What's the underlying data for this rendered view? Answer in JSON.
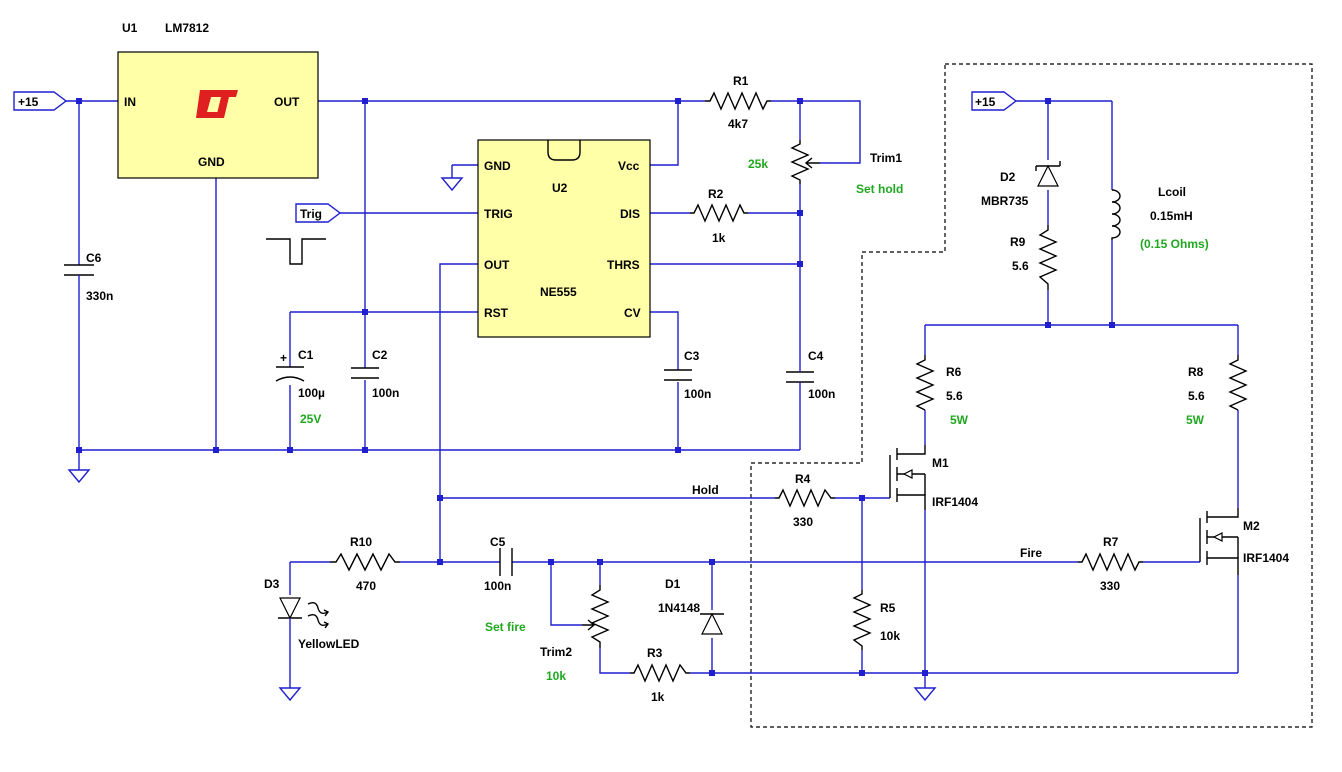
{
  "ports": {
    "vin_left": "+15",
    "vin_right": "+15",
    "trig": "Trig"
  },
  "u1": {
    "ref": "U1",
    "part": "LM7812",
    "pin_in": "IN",
    "pin_out": "OUT",
    "pin_gnd": "GND"
  },
  "u2": {
    "ref": "U2",
    "part": "NE555",
    "pin_gnd": "GND",
    "pin_vcc": "Vcc",
    "pin_trig": "TRIG",
    "pin_dis": "DIS",
    "pin_out": "OUT",
    "pin_thrs": "THRS",
    "pin_rst": "RST",
    "pin_cv": "CV"
  },
  "r1": {
    "ref": "R1",
    "value": "4k7"
  },
  "r2": {
    "ref": "R2",
    "value": "1k"
  },
  "r3": {
    "ref": "R3",
    "value": "1k"
  },
  "r4": {
    "ref": "R4",
    "value": "330"
  },
  "r5": {
    "ref": "R5",
    "value": "10k"
  },
  "r6": {
    "ref": "R6",
    "value": "5.6",
    "rating": "5W"
  },
  "r7": {
    "ref": "R7",
    "value": "330"
  },
  "r8": {
    "ref": "R8",
    "value": "5.6",
    "rating": "5W"
  },
  "r9": {
    "ref": "R9",
    "value": "5.6"
  },
  "r10": {
    "ref": "R10",
    "value": "470"
  },
  "trim1": {
    "ref": "Trim1",
    "value": "25k",
    "note": "Set hold"
  },
  "trim2": {
    "ref": "Trim2",
    "value": "10k",
    "note": "Set fire"
  },
  "c1": {
    "ref": "C1",
    "value": "100µ",
    "rating": "25V",
    "plus": "+"
  },
  "c2": {
    "ref": "C2",
    "value": "100n"
  },
  "c3": {
    "ref": "C3",
    "value": "100n"
  },
  "c4": {
    "ref": "C4",
    "value": "100n"
  },
  "c5": {
    "ref": "C5",
    "value": "100n"
  },
  "c6": {
    "ref": "C6",
    "value": "330n"
  },
  "d1": {
    "ref": "D1",
    "part": "1N4148"
  },
  "d2": {
    "ref": "D2",
    "part": "MBR735"
  },
  "d3": {
    "ref": "D3",
    "part": "YellowLED"
  },
  "m1": {
    "ref": "M1",
    "part": "IRF1404"
  },
  "m2": {
    "ref": "M2",
    "part": "IRF1404"
  },
  "lcoil": {
    "ref": "Lcoil",
    "value": "0.15mH",
    "note": "(0.15 Ohms)"
  },
  "nets": {
    "hold": "Hold",
    "fire": "Fire"
  },
  "icons": [
    "linear-technology-logo-icon",
    "ground-symbol-icon",
    "trigger-pulse-icon",
    "light-emission-icon"
  ],
  "colors": {
    "wire": "#1f1fd0",
    "note": "#1fa81f",
    "ic_fill": "#ffffa8",
    "logo": "#e02020"
  }
}
